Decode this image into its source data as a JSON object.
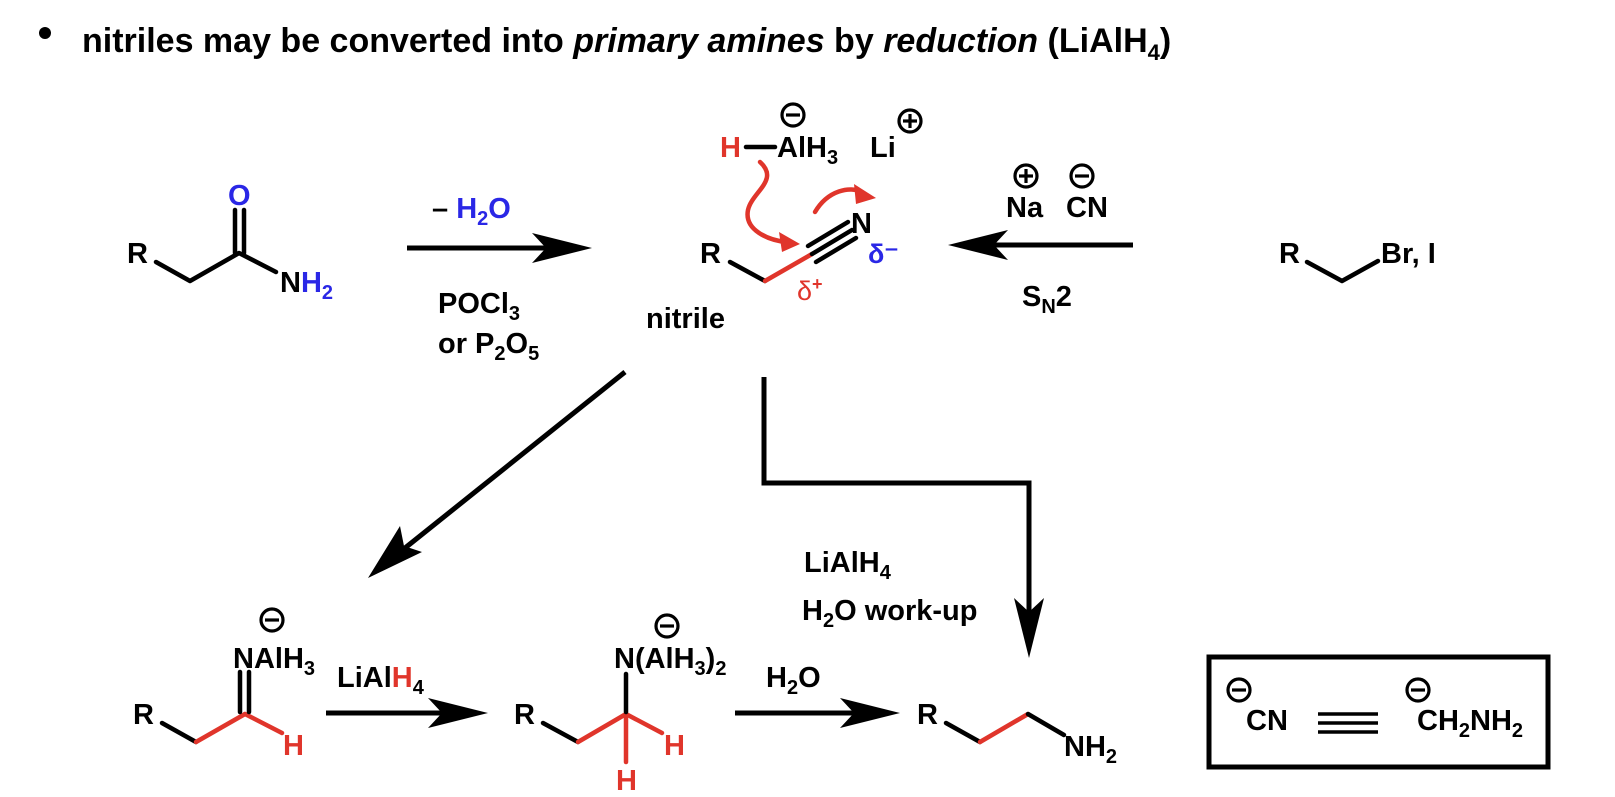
{
  "heading": {
    "bullet": "•",
    "part1": "nitriles may be converted into ",
    "part2": "primary amines",
    "part3": " by ",
    "part4": "reduction",
    "part5": " (LiAlH",
    "part5_sub": "4",
    "part6": ")"
  },
  "amide": {
    "R": "R",
    "O": "O",
    "N": "N",
    "H2": "H",
    "H2_sub": "2"
  },
  "dehydration": {
    "minus": "– ",
    "h2o_H": "H",
    "h2o_sub": "2",
    "h2o_O": "O",
    "reagent1": "POCl",
    "reagent1_sub": "3",
    "reagent2a": "or P",
    "reagent2_sub1": "2",
    "reagent2b": "O",
    "reagent2_sub2": "5"
  },
  "hydride": {
    "H": "H",
    "Al": "AlH",
    "Al_sub": "3",
    "Li": "Li"
  },
  "nitrile": {
    "R": "R",
    "N": "N",
    "delta_plus": "δ",
    "delta_plus_sup": "+",
    "delta_minus": "δ⁻",
    "label": "nitrile"
  },
  "cyanide": {
    "Na": "Na",
    "CN": "CN",
    "sn2_S": "S",
    "sn2_sub": "N",
    "sn2_2": "2"
  },
  "halide": {
    "R": "R",
    "X": "Br, I"
  },
  "direct": {
    "reagent1": "LiAlH",
    "reagent1_sub": "4",
    "reagent2_H": "H",
    "reagent2_sub": "2",
    "reagent2_rest": "O work-up"
  },
  "imine": {
    "R": "R",
    "N": "NAlH",
    "N_sub": "3",
    "H": "H"
  },
  "step2": {
    "text1": "LiAl",
    "text_H": "H",
    "text_sub": "4"
  },
  "diamide": {
    "R": "R",
    "N": "N(AlH",
    "N_sub": "3",
    "N_close": ")",
    "N_sub2": "2",
    "H": "H",
    "H_bottom": "H"
  },
  "step3": {
    "H": "H",
    "sub": "2",
    "O": "O"
  },
  "amine": {
    "R": "R",
    "NH": "NH",
    "NH_sub": "2"
  },
  "equivalence": {
    "left": "CN",
    "right1": "CH",
    "right_sub1": "2",
    "right2": "NH",
    "right_sub2": "2"
  },
  "colors": {
    "red": "#e0352b",
    "blue": "#2a27e6",
    "black": "#000000"
  }
}
